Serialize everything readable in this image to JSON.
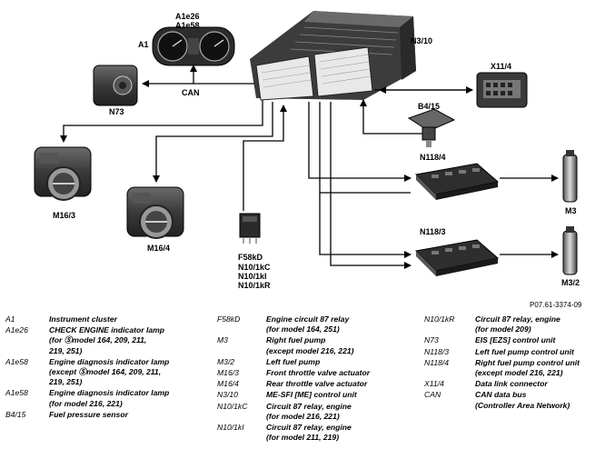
{
  "diagram": {
    "labels": {
      "a1": "A1",
      "a1e26": "A1e26",
      "a1e58": "A1e58",
      "n3_10": "N3/10",
      "n73": "N73",
      "can": "CAN",
      "x11_4": "X11/4",
      "b4_15": "B4/15",
      "n118_4": "N118/4",
      "n118_3": "N118/3",
      "m3": "M3",
      "m3_2": "M3/2",
      "m16_3": "M16/3",
      "m16_4": "M16/4",
      "f58kd": "F58kD",
      "n10_1kc": "N10/1kC",
      "n10_1ki": "N10/1kI",
      "n10_1kr": "N10/1kR"
    },
    "reference": "P07.61-3374-09"
  },
  "legend": {
    "col1": [
      {
        "code": "A1",
        "desc": "Instrument cluster"
      },
      {
        "code": "A1e26",
        "desc": "CHECK ENGINE indicator lamp\n(for Ⓢmodel 164, 209, 211,\n219, 251)"
      },
      {
        "code": "A1e58",
        "desc": "Engine diagnosis indicator lamp\n(except Ⓢmodel 164, 209, 211,\n219, 251)"
      },
      {
        "code": "A1e58",
        "desc": "Engine diagnosis indicator lamp\n(for model 216, 221)"
      },
      {
        "code": "B4/15",
        "desc": "Fuel pressure sensor"
      }
    ],
    "col2": [
      {
        "code": "F58kD",
        "desc": "Engine circuit 87 relay\n(for model 164, 251)"
      },
      {
        "code": "M3",
        "desc": "Right fuel pump\n(except model 216, 221)"
      },
      {
        "code": "M3/2",
        "desc": "Left fuel pump"
      },
      {
        "code": "M16/3",
        "desc": "Front throttle valve actuator"
      },
      {
        "code": "M16/4",
        "desc": "Rear throttle valve actuator"
      },
      {
        "code": "N3/10",
        "desc": "ME-SFI [ME] control unit"
      },
      {
        "code": "N10/1kC",
        "desc": "Circuit 87 relay, engine\n(for model 216, 221)"
      },
      {
        "code": "N10/1kI",
        "desc": "Circuit 87 relay, engine\n(for model 211, 219)"
      }
    ],
    "col3": [
      {
        "code": "N10/1kR",
        "desc": "Circuit 87 relay, engine\n(for model 209)"
      },
      {
        "code": "N73",
        "desc": "EIS [EZS] control unit"
      },
      {
        "code": "N118/3",
        "desc": "Left fuel pump control unit"
      },
      {
        "code": "N118/4",
        "desc": "Right fuel pump control unit\n(except model 216, 221)"
      },
      {
        "code": "X11/4",
        "desc": "Data link connector"
      },
      {
        "code": "CAN",
        "desc": "CAN data bus\n(Controller Area Network)"
      }
    ]
  }
}
